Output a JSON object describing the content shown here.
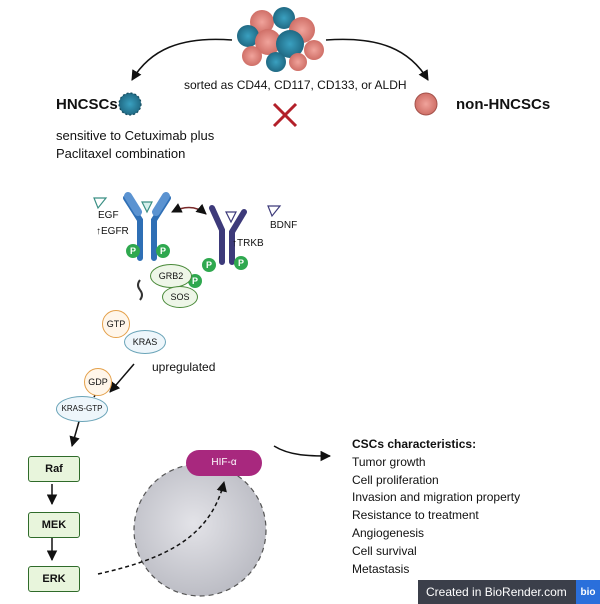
{
  "top": {
    "sort_label": "sorted as CD44, CD117, CD133, or ALDH",
    "left_label": "HNCSCs",
    "right_label": "non-HNCSCs",
    "left_note_line1": "sensitive to Cetuximab plus",
    "left_note_line2": "Paclitaxel combination"
  },
  "receptors": {
    "egf": "EGF",
    "egfr": "↑EGFR",
    "bdnf": "BDNF",
    "trkb": "↑TRKB",
    "phospho": "P"
  },
  "adaptors": {
    "grb2": "GRB2",
    "sos": "SOS",
    "gtp": "GTP",
    "kras": "KRAS",
    "gdp": "GDP",
    "kras_gtp": "KRAS-GTP",
    "upregulated": "upregulated"
  },
  "cascade": {
    "raf": "Raf",
    "mek": "MEK",
    "erk": "ERK"
  },
  "hif": "HIF-α",
  "characteristics": {
    "title": "CSCs characteristics:",
    "items": [
      "Tumor growth",
      "Cell proliferation",
      "Invasion and migration property",
      "Resistance to treatment",
      "Angiogenesis",
      "Cell survival",
      "Metastasis"
    ]
  },
  "badge": {
    "text": "Created in BioRender.com",
    "logo": "bio"
  },
  "colors": {
    "teal_cell": "#1f6f8b",
    "pink_cell": "#e07a72",
    "egfr_blue": "#2f6fb5",
    "trkb_purple": "#3d3a7a",
    "cascade_green": "#e8f5dc",
    "hif_purple": "#a8287e",
    "cross_red": "#b3202a"
  }
}
